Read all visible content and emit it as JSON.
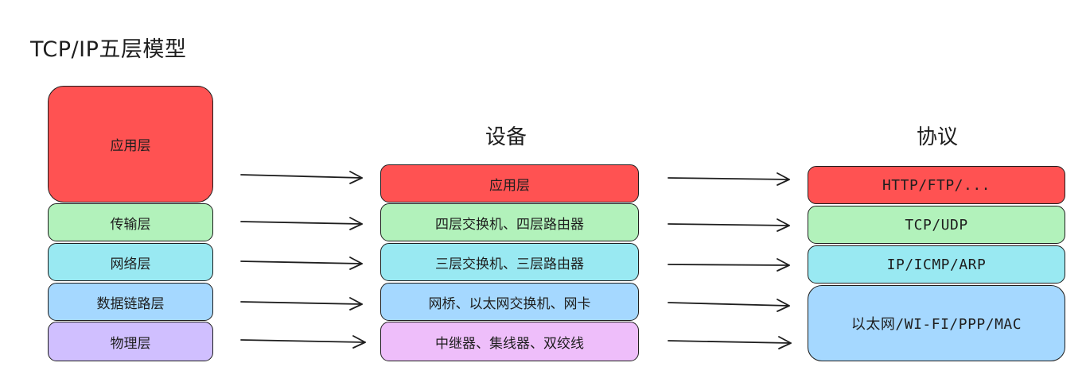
{
  "title": "TCP/IP五层模型",
  "headings": {
    "devices": "设备",
    "protocols": "协议"
  },
  "layers": [
    {
      "label": "应用层",
      "color": "#ff5252"
    },
    {
      "label": "传输层",
      "color": "#b2f2bb"
    },
    {
      "label": "网络层",
      "color": "#99e9f2"
    },
    {
      "label": "数据链路层",
      "color": "#a5d8ff"
    },
    {
      "label": "物理层",
      "color": "#d0bfff"
    }
  ],
  "devices": [
    {
      "label": "应用层",
      "color": "#ff5252"
    },
    {
      "label": "四层交换机、四层路由器",
      "color": "#b2f2bb"
    },
    {
      "label": "三层交换机、三层路由器",
      "color": "#99e9f2"
    },
    {
      "label": "网桥、以太网交换机、网卡",
      "color": "#a5d8ff"
    },
    {
      "label": "中继器、集线器、双绞线",
      "color": "#eebefa"
    }
  ],
  "protocols": [
    {
      "label": "HTTP/FTP/...",
      "color": "#ff5252"
    },
    {
      "label": "TCP/UDP",
      "color": "#b2f2bb"
    },
    {
      "label": "IP/ICMP/ARP",
      "color": "#99e9f2"
    },
    {
      "label": "以太网/WI-FI/PPP/MAC",
      "color": "#a5d8ff"
    }
  ]
}
